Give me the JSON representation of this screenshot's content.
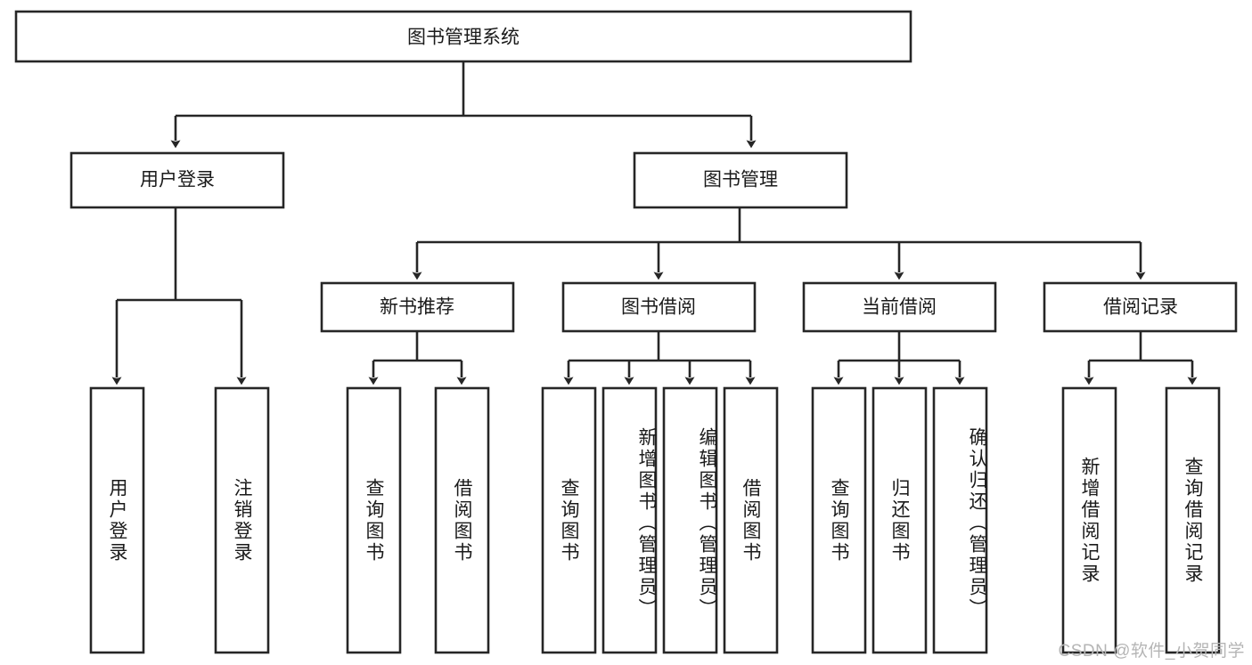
{
  "diagram": {
    "type": "tree-hierarchy-chart",
    "title": "图书管理系统",
    "orientation": "top-down",
    "colors": {
      "box_fill": "#ffffff",
      "box_stroke": "#262626",
      "text": "#1a1a1a",
      "background": "#ffffff",
      "watermark": "#b5b5b5"
    },
    "root": {
      "label": "图书管理系统",
      "level": 0
    },
    "level1": [
      {
        "label": "用户登录"
      },
      {
        "label": "图书管理"
      }
    ],
    "level2": [
      {
        "label": "新书推荐"
      },
      {
        "label": "图书借阅"
      },
      {
        "label": "当前借阅"
      },
      {
        "label": "借阅记录"
      }
    ],
    "leaves": {
      "user_login": [
        {
          "label": "用户登录"
        },
        {
          "label": "注销登录"
        }
      ],
      "new_book_recommend": [
        {
          "label": "查询图书"
        },
        {
          "label": "借阅图书"
        }
      ],
      "book_borrow": [
        {
          "label": "查询图书"
        },
        {
          "label": "新增图书（管理员）"
        },
        {
          "label": "编辑图书（管理员）"
        },
        {
          "label": "借阅图书"
        }
      ],
      "current_borrow": [
        {
          "label": "查询图书"
        },
        {
          "label": "归还图书"
        },
        {
          "label": "确认归还（管理员）"
        }
      ],
      "borrow_record": [
        {
          "label": "新增借阅记录"
        },
        {
          "label": "查询借阅记录"
        }
      ]
    }
  },
  "watermark": {
    "text": "CSDN @软件_小贺同学"
  }
}
